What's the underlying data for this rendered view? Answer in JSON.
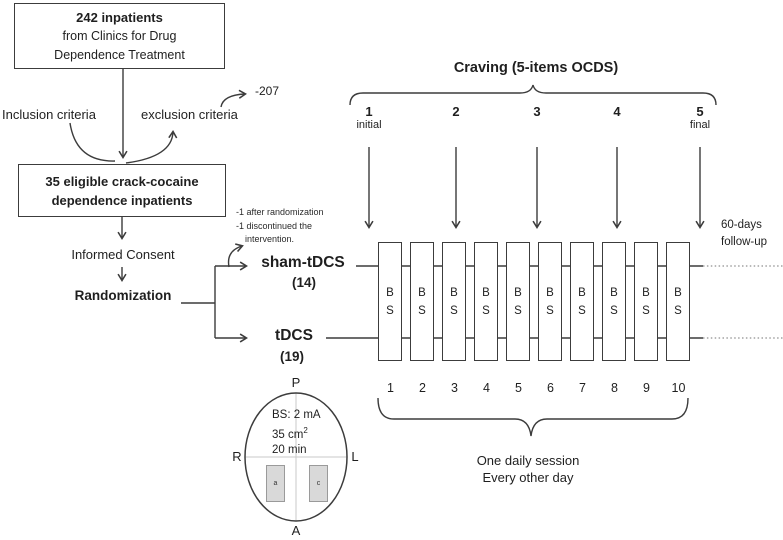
{
  "flow": {
    "box1_line1": "242 inpatients",
    "box1_line2": "from Clinics for Drug",
    "box1_line3": "Dependence Treatment",
    "inclusion_label": "Inclusion criteria",
    "exclusion_label": "exclusion criteria",
    "excluded_count": "-207",
    "box2_line1": "35 eligible crack-cocaine",
    "box2_line2": "dependence inpatients",
    "informed_consent": "Informed Consent",
    "randomization": "Randomization",
    "sham_label": "sham-tDCS",
    "sham_n": "(14)",
    "tdcs_label": "tDCS",
    "tdcs_n": "(19)",
    "dropout_line1": "-1 after randomization",
    "dropout_line2": "-1 discontinued the",
    "dropout_line3": "intervention."
  },
  "craving": {
    "title": "Craving (5-items OCDS)",
    "points": [
      {
        "num": "1",
        "sub": "initial"
      },
      {
        "num": "2",
        "sub": ""
      },
      {
        "num": "3",
        "sub": ""
      },
      {
        "num": "4",
        "sub": ""
      },
      {
        "num": "5",
        "sub": "final"
      }
    ]
  },
  "timeline": {
    "box_letters": [
      "B",
      "S"
    ],
    "session_numbers": [
      "1",
      "2",
      "3",
      "4",
      "5",
      "6",
      "7",
      "8",
      "9",
      "10"
    ],
    "followup_line1": "60-days",
    "followup_line2": "follow-up",
    "caption_line1": "One daily session",
    "caption_line2": "Every other day"
  },
  "head_diagram": {
    "posterior": "P",
    "anterior": "A",
    "right": "R",
    "left": "L",
    "param_line1": "BS: 2 mA",
    "param_area_base": "35 cm",
    "param_area_sup": "2",
    "param_line3": "20 min",
    "electrode_anode": "a",
    "electrode_cathode": "c"
  },
  "colors": {
    "line": "#3c3c3c",
    "electrode_fill": "#d9d9d9",
    "crosshair": "#c9c9c9",
    "background": "#ffffff",
    "text": "#1f1f1f"
  }
}
